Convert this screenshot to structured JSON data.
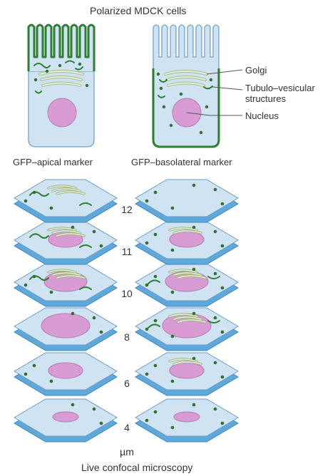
{
  "title": "Polarized MDCK cells",
  "cell_labels": {
    "golgi": "Golgi",
    "tubulo_line1": "Tubulo–vesicular",
    "tubulo_line2": "structures",
    "nucleus": "Nucleus"
  },
  "markers": {
    "apical": "GFP–apical marker",
    "basolateral": "GFP–basolateral marker"
  },
  "slice_depths": [
    "12",
    "11",
    "10",
    "8",
    "6",
    "4"
  ],
  "unit": "µm",
  "footer": "Live confocal microscopy",
  "colors": {
    "cell_fill": "#cfe3f3",
    "cell_edge": "#6c9ec6",
    "slab_side": "#5fa8dc",
    "nucleus": "#d99bd4",
    "golgi": "#c9d8b0",
    "marker_green": "#2e7d32",
    "dot_green": "#2f6f2f"
  },
  "slices": [
    {
      "depth": "12",
      "left_nucleus": false,
      "right_nucleus": false,
      "left_golgi": 3,
      "right_golgi": 0
    },
    {
      "depth": "11",
      "left_nucleus": true,
      "right_nucleus": true,
      "left_golgi": 3,
      "right_golgi": 2
    },
    {
      "depth": "10",
      "left_nucleus": true,
      "right_nucleus": true,
      "left_golgi": 3,
      "right_golgi": 3
    },
    {
      "depth": "8",
      "left_nucleus": true,
      "right_nucleus": true,
      "left_golgi": 0,
      "right_golgi": 3
    },
    {
      "depth": "6",
      "left_nucleus": true,
      "right_nucleus": true,
      "left_golgi": 0,
      "right_golgi": 2
    },
    {
      "depth": "4",
      "left_nucleus": true,
      "right_nucleus": true,
      "left_golgi": 0,
      "right_golgi": 0
    }
  ]
}
